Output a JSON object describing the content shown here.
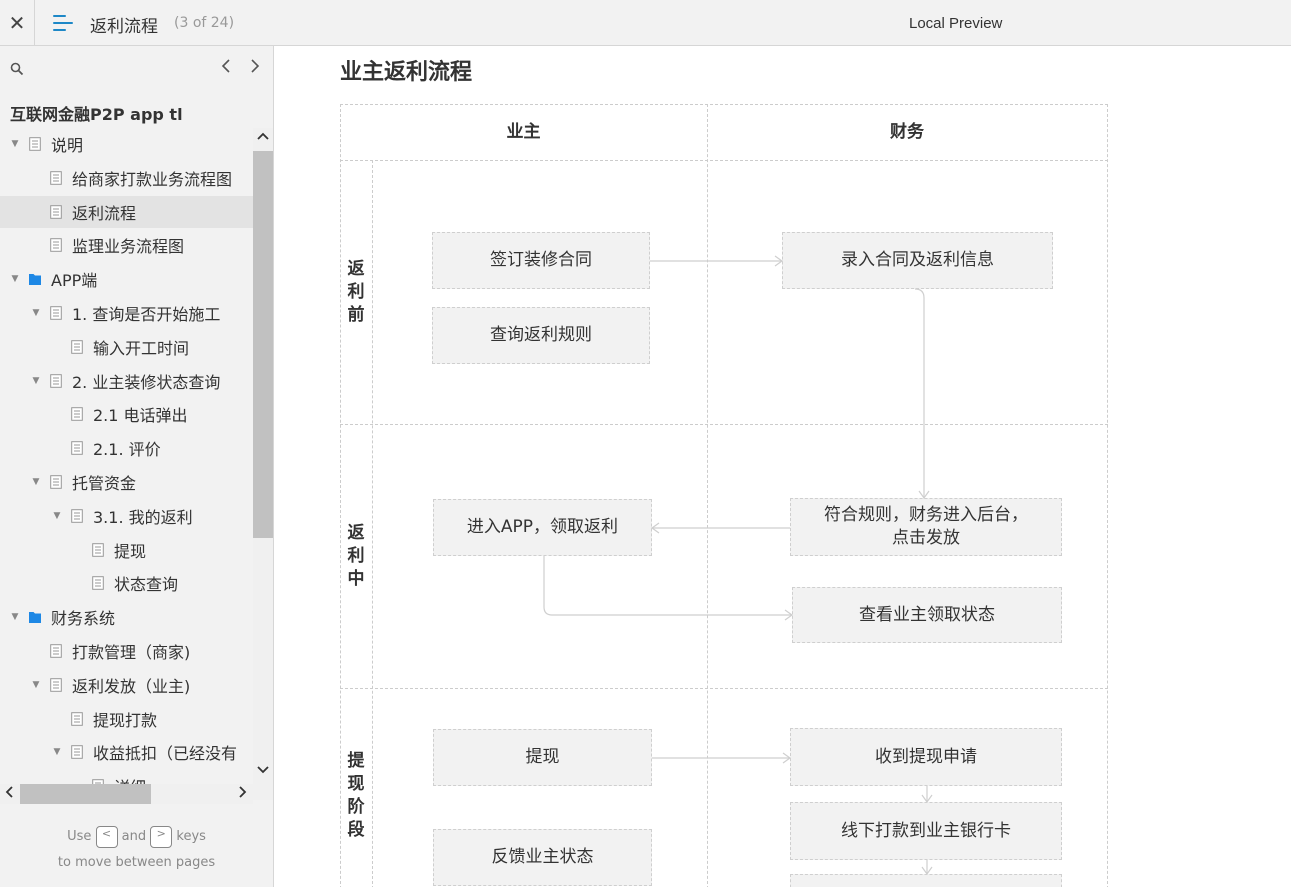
{
  "topbar": {
    "close_symbol": "✕",
    "menu_icon": "hamburger-menu-icon",
    "title": "返利流程",
    "page_count": "(3 of 24)",
    "preview": "Local Preview"
  },
  "sidebar": {
    "project_title": "互联网金融P2P app tl",
    "tree": [
      {
        "label": "说明",
        "level": 0,
        "type": "page",
        "expanded": true
      },
      {
        "label": "给商家打款业务流程图",
        "level": 1,
        "type": "page",
        "expanded": false
      },
      {
        "label": "返利流程",
        "level": 1,
        "type": "page",
        "expanded": false,
        "selected": true
      },
      {
        "label": "监理业务流程图",
        "level": 1,
        "type": "page",
        "expanded": false
      },
      {
        "label": "APP端",
        "level": 0,
        "type": "folder",
        "expanded": true
      },
      {
        "label": "1. 查询是否开始施工",
        "level": 1,
        "type": "page",
        "expanded": true
      },
      {
        "label": "输入开工时间",
        "level": 2,
        "type": "page",
        "expanded": false
      },
      {
        "label": "2. 业主装修状态查询",
        "level": 1,
        "type": "page",
        "expanded": true
      },
      {
        "label": "2.1 电话弹出",
        "level": 2,
        "type": "page",
        "expanded": false
      },
      {
        "label": "2.1. 评价",
        "level": 2,
        "type": "page",
        "expanded": false
      },
      {
        "label": "托管资金",
        "level": 1,
        "type": "page",
        "expanded": true
      },
      {
        "label": "3.1. 我的返利",
        "level": 2,
        "type": "page",
        "expanded": true
      },
      {
        "label": "提现",
        "level": 3,
        "type": "page",
        "expanded": false
      },
      {
        "label": "状态查询",
        "level": 3,
        "type": "page",
        "expanded": false
      },
      {
        "label": "财务系统",
        "level": 0,
        "type": "folder",
        "expanded": true
      },
      {
        "label": "打款管理（商家)",
        "level": 1,
        "type": "page",
        "expanded": false
      },
      {
        "label": "返利发放（业主)",
        "level": 1,
        "type": "page",
        "expanded": true
      },
      {
        "label": "提现打款",
        "level": 2,
        "type": "page",
        "expanded": false
      },
      {
        "label": "收益抵扣（已经没有",
        "level": 2,
        "type": "page",
        "expanded": true
      },
      {
        "label": "详细",
        "level": 3,
        "type": "page",
        "expanded": false
      }
    ],
    "hint": {
      "use": "Use",
      "key_prev": "<",
      "and": "and",
      "key_next": ">",
      "keys": "keys",
      "line2": "to move between pages"
    }
  },
  "diagram": {
    "title": "业主返利流程",
    "lanes": [
      "业主",
      "财务"
    ],
    "stages": [
      "返利前",
      "返利中",
      "提现阶段"
    ],
    "nodes": {
      "sign_contract": "签订装修合同",
      "query_rules": "查询返利规则",
      "enter_contract": "录入合同及返利信息",
      "enter_app": "进入APP，领取返利",
      "meet_rules": "符合规则，财务进入后台，点击发放",
      "view_status": "查看业主领取状态",
      "withdraw": "提现",
      "receive_request": "收到提现申请",
      "feedback": "反馈业主状态",
      "offline_payment": "线下打款到业主银行卡"
    }
  }
}
